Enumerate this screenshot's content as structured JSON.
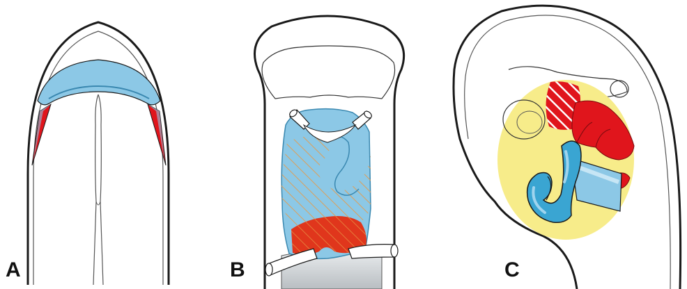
{
  "panels": [
    {
      "id": "A",
      "label": "A"
    },
    {
      "id": "B",
      "label": "B"
    },
    {
      "id": "C",
      "label": "C"
    }
  ],
  "colors": {
    "background": "#ffffff",
    "outline": "#1a1a1a",
    "blue": "#8cc8e6",
    "blue_dark": "#3aa5d2",
    "red": "#e0151c",
    "yellow": "#f7ec8a",
    "hatch_orange": "#e79a48",
    "gray": "#cfd3d6"
  }
}
